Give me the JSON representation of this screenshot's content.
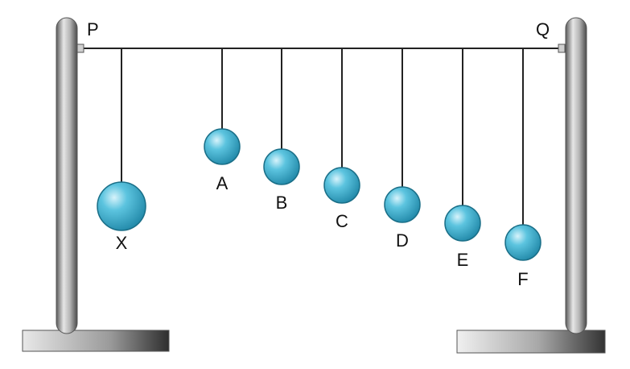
{
  "labels": {
    "left_end": "P",
    "right_end": "Q"
  },
  "pendulums": [
    {
      "label": "X",
      "kind": "large"
    },
    {
      "label": "A",
      "kind": "small"
    },
    {
      "label": "B",
      "kind": "small"
    },
    {
      "label": "C",
      "kind": "small"
    },
    {
      "label": "D",
      "kind": "small"
    },
    {
      "label": "E",
      "kind": "small"
    },
    {
      "label": "F",
      "kind": "small"
    }
  ],
  "colors": {
    "bob": "#3fb5d3",
    "bob_highlight": "#c8eef8",
    "bob_dark": "#1f86a6",
    "string": "#222222",
    "stand_metal": "#9a9a9a",
    "stand_dark": "#4a4a4a"
  }
}
